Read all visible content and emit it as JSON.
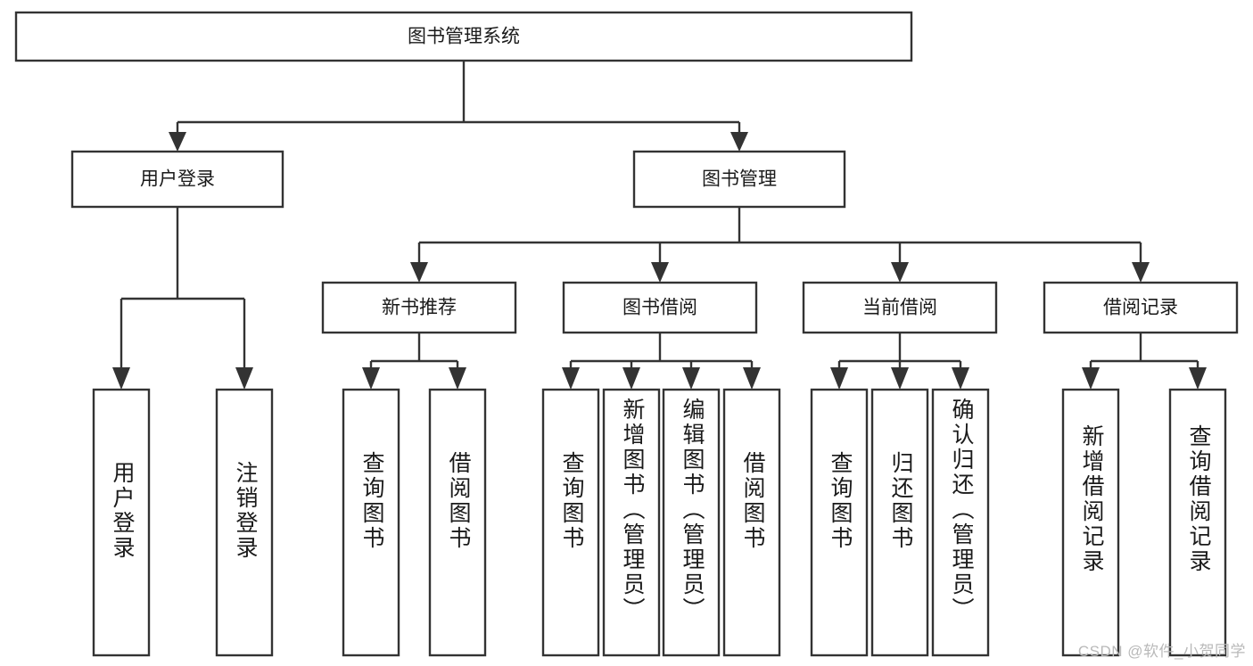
{
  "diagram": {
    "title": "图书管理系统",
    "watermark": "CSDN @软件_小贺同学",
    "colors": {
      "stroke": "#333333",
      "box_fill": "#ffffff",
      "text": "#1a1a1a",
      "background": "#ffffff",
      "watermark": "#b9b9b9"
    },
    "root": {
      "label": "图书管理系统"
    },
    "level1": [
      {
        "label": "用户登录"
      },
      {
        "label": "图书管理"
      }
    ],
    "level2": [
      {
        "label": "新书推荐"
      },
      {
        "label": "图书借阅"
      },
      {
        "label": "当前借阅"
      },
      {
        "label": "借阅记录"
      }
    ],
    "leaves": {
      "user_login": [
        {
          "label": "用户登录"
        },
        {
          "label": "注销登录"
        }
      ],
      "new_book_recommend": [
        {
          "label": "查询图书"
        },
        {
          "label": "借阅图书"
        }
      ],
      "book_borrow": [
        {
          "label": "查询图书"
        },
        {
          "label": "新增图书（管理员）"
        },
        {
          "label": "编辑图书（管理员）"
        },
        {
          "label": "借阅图书"
        }
      ],
      "current_borrow": [
        {
          "label": "查询图书"
        },
        {
          "label": "归还图书"
        },
        {
          "label": "确认归还（管理员）"
        }
      ],
      "borrow_records": [
        {
          "label": "新增借阅记录"
        },
        {
          "label": "查询借阅记录"
        }
      ]
    }
  },
  "chart_data": {
    "type": "diagram",
    "subtype": "tree-hierarchy",
    "title": "图书管理系统",
    "orientation": "top-down",
    "nodes": [
      {
        "id": "root",
        "label": "图书管理系统",
        "level": 0,
        "parent": null
      },
      {
        "id": "n1",
        "label": "用户登录",
        "level": 1,
        "parent": "root"
      },
      {
        "id": "n2",
        "label": "图书管理",
        "level": 1,
        "parent": "root"
      },
      {
        "id": "n1a",
        "label": "用户登录",
        "level": 2,
        "parent": "n1"
      },
      {
        "id": "n1b",
        "label": "注销登录",
        "level": 2,
        "parent": "n1"
      },
      {
        "id": "n2a",
        "label": "新书推荐",
        "level": 2,
        "parent": "n2"
      },
      {
        "id": "n2b",
        "label": "图书借阅",
        "level": 2,
        "parent": "n2"
      },
      {
        "id": "n2c",
        "label": "当前借阅",
        "level": 2,
        "parent": "n2"
      },
      {
        "id": "n2d",
        "label": "借阅记录",
        "level": 2,
        "parent": "n2"
      },
      {
        "id": "n2a1",
        "label": "查询图书",
        "level": 3,
        "parent": "n2a"
      },
      {
        "id": "n2a2",
        "label": "借阅图书",
        "level": 3,
        "parent": "n2a"
      },
      {
        "id": "n2b1",
        "label": "查询图书",
        "level": 3,
        "parent": "n2b"
      },
      {
        "id": "n2b2",
        "label": "新增图书（管理员）",
        "level": 3,
        "parent": "n2b"
      },
      {
        "id": "n2b3",
        "label": "编辑图书（管理员）",
        "level": 3,
        "parent": "n2b"
      },
      {
        "id": "n2b4",
        "label": "借阅图书",
        "level": 3,
        "parent": "n2b"
      },
      {
        "id": "n2c1",
        "label": "查询图书",
        "level": 3,
        "parent": "n2c"
      },
      {
        "id": "n2c2",
        "label": "归还图书",
        "level": 3,
        "parent": "n2c"
      },
      {
        "id": "n2c3",
        "label": "确认归还（管理员）",
        "level": 3,
        "parent": "n2c"
      },
      {
        "id": "n2d1",
        "label": "新增借阅记录",
        "level": 3,
        "parent": "n2d"
      },
      {
        "id": "n2d2",
        "label": "查询借阅记录",
        "level": 3,
        "parent": "n2d"
      }
    ]
  }
}
